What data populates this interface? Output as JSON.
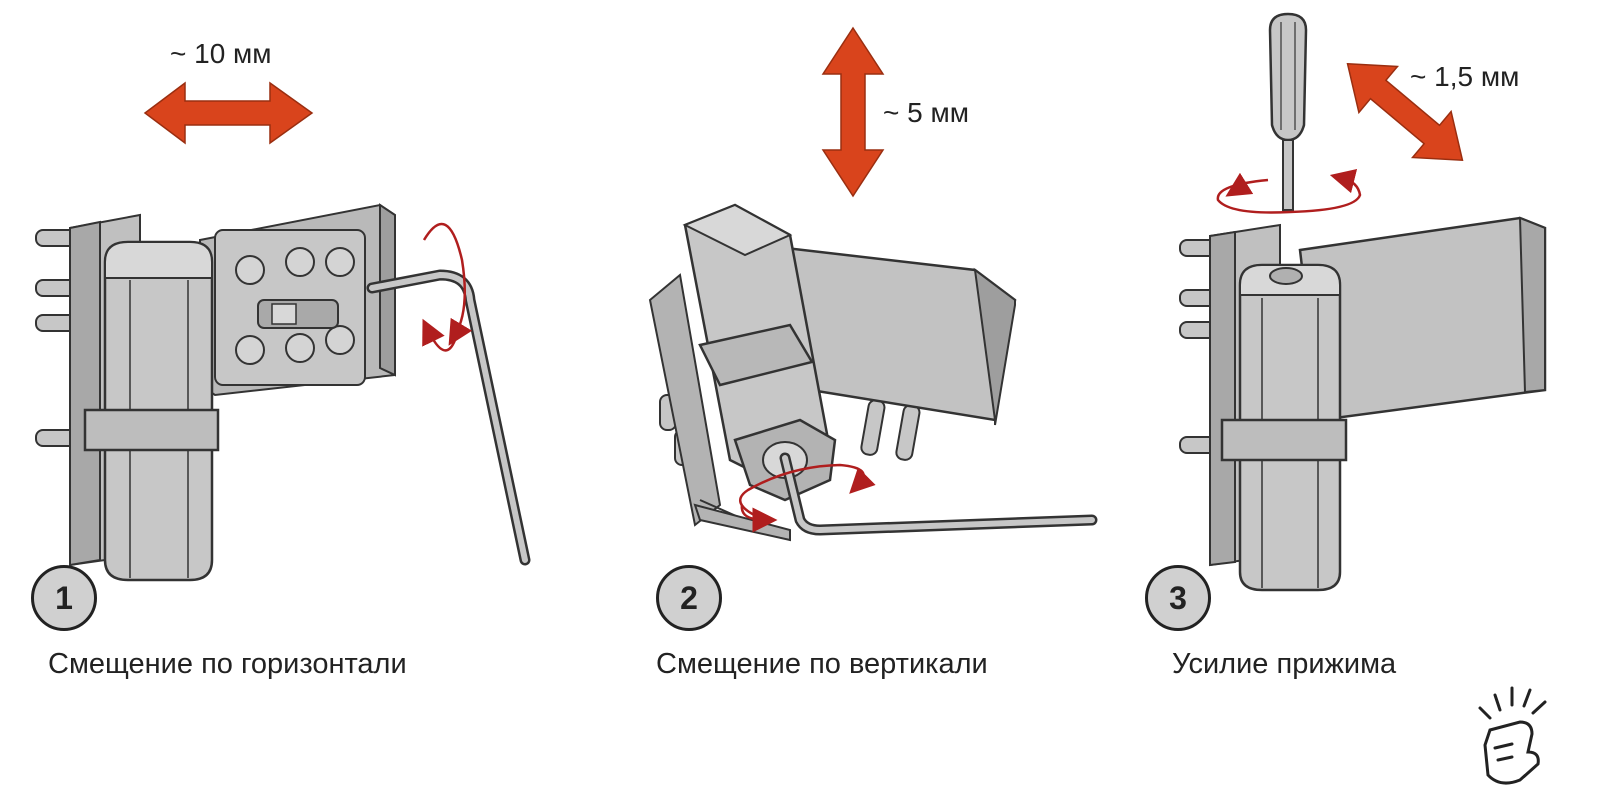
{
  "steps": [
    {
      "number": "1",
      "caption": "Смещение по горизонтали",
      "dimension": "~ 10 мм"
    },
    {
      "number": "2",
      "caption": "Смещение по вертикали",
      "dimension": "~ 5 мм"
    },
    {
      "number": "3",
      "caption": "Усилие прижима",
      "dimension": "~ 1,5 мм"
    }
  ],
  "colors": {
    "arrow": "#d9441c",
    "rotation": "#b01e1e",
    "metal": "#c7c7c7",
    "metal_dark": "#9e9e9e",
    "outline": "#333333",
    "badge": "#d0d0d0"
  },
  "icons": [
    "hinge-illustration",
    "hex-key-icon",
    "screwdriver-icon",
    "rotation-arrow-icon",
    "double-arrow-icon",
    "hand-logo-icon"
  ]
}
